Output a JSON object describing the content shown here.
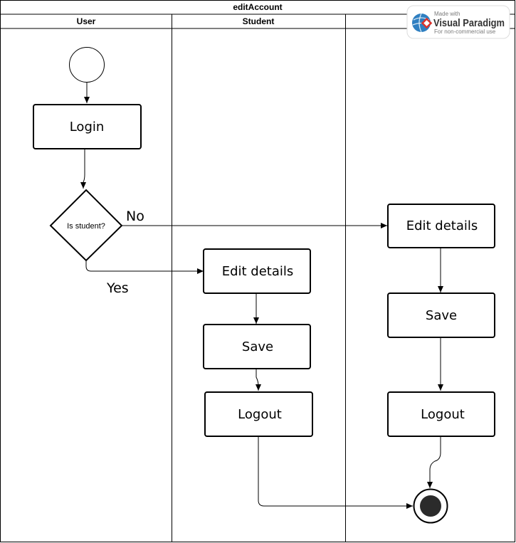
{
  "diagram": {
    "title": "editAccount",
    "lanes": [
      "User",
      "Student",
      ""
    ],
    "nodes": {
      "login": "Login",
      "decision": "Is student?",
      "student_edit": "Edit details",
      "student_save": "Save",
      "student_logout": "Logout",
      "other_edit": "Edit details",
      "other_save": "Save",
      "other_logout": "Logout"
    },
    "edge_labels": {
      "no": "No",
      "yes": "Yes"
    }
  },
  "watermark": {
    "made_with": "Made with",
    "brand": "Visual Paradigm",
    "license": "For non-commercial use"
  },
  "colors": {
    "line": "#000000",
    "end_fill": "#2b2b2b",
    "logo_blue": "#2f7fc1",
    "logo_red": "#d9322c"
  }
}
